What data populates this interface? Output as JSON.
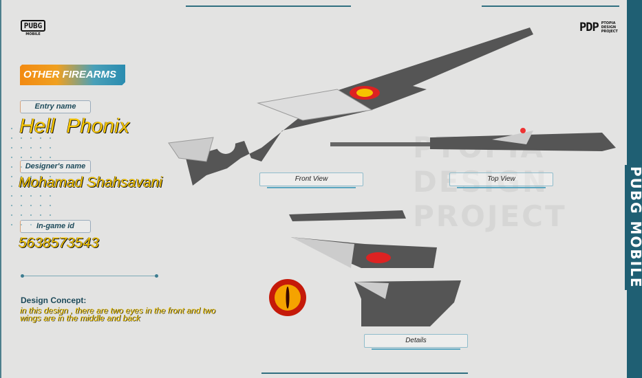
{
  "branding": {
    "pubg_logo": "PUBG",
    "pubg_logo_sub": "MOBILE",
    "pdp_logo": "PDP",
    "pdp_text": "PTOPIA DESIGN PROJECT",
    "side_text": "PUBG MOBILE",
    "watermark": "PTOPIA DESIGN PROJECT"
  },
  "category": "OTHER FIREARMS",
  "entry": {
    "label": "Entry name",
    "value": "Hell  Phonix"
  },
  "designer": {
    "label": "Designer's name",
    "value": "Mohamad Shahsavani"
  },
  "ingame": {
    "label": "In-game id",
    "value": "5638573543"
  },
  "concept": {
    "heading": "Design Concept:",
    "text": "in this design , there are two eyes in the front and two wings are in the middle and back"
  },
  "views": {
    "front": "Front View",
    "top": "Top View",
    "details": "Details"
  },
  "colors": {
    "accent": "#f7c600",
    "teal": "#1f5f73",
    "orange": "#f28a12"
  }
}
